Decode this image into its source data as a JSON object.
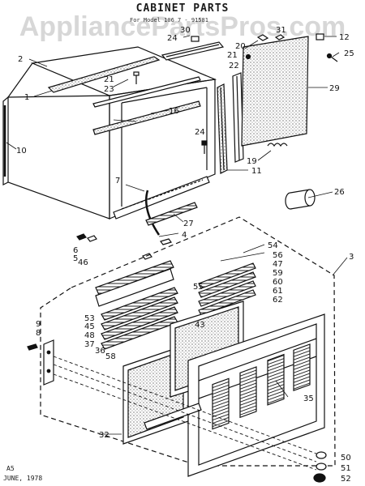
{
  "header": {
    "title": "CABINET PARTS",
    "subtitle": "For Model 106 7 - 91581"
  },
  "watermark": "AppliancePartsPros.com",
  "footer": {
    "code": "A5",
    "date": "JUNE, 1978"
  },
  "callouts": {
    "c1": "1",
    "c2": "2",
    "c3": "3",
    "c4": "4",
    "c5": "5",
    "c6": "6",
    "c7": "7",
    "c8": "8",
    "c9": "9",
    "c10": "10",
    "c11": "11",
    "c12": "12",
    "c16": "16",
    "c19": "19",
    "c20": "20",
    "c21a": "21",
    "c21b": "21",
    "c22": "22",
    "c23": "23",
    "c24a": "24",
    "c24b": "24",
    "c25": "25",
    "c26": "26",
    "c27": "27",
    "c29": "29",
    "c30": "30",
    "c31": "31",
    "c32": "32",
    "c35": "35",
    "c36": "36",
    "c37": "37",
    "c43": "43",
    "c45": "45",
    "c46": "46",
    "c47": "47",
    "c48": "48",
    "c50": "50",
    "c51": "51",
    "c52": "52",
    "c53": "53",
    "c54": "54",
    "c55": "55",
    "c56": "56",
    "c58": "58",
    "c59": "59",
    "c60": "60",
    "c61": "61",
    "c62": "62"
  },
  "colors": {
    "ink": "#111111",
    "paper": "#ffffff"
  }
}
